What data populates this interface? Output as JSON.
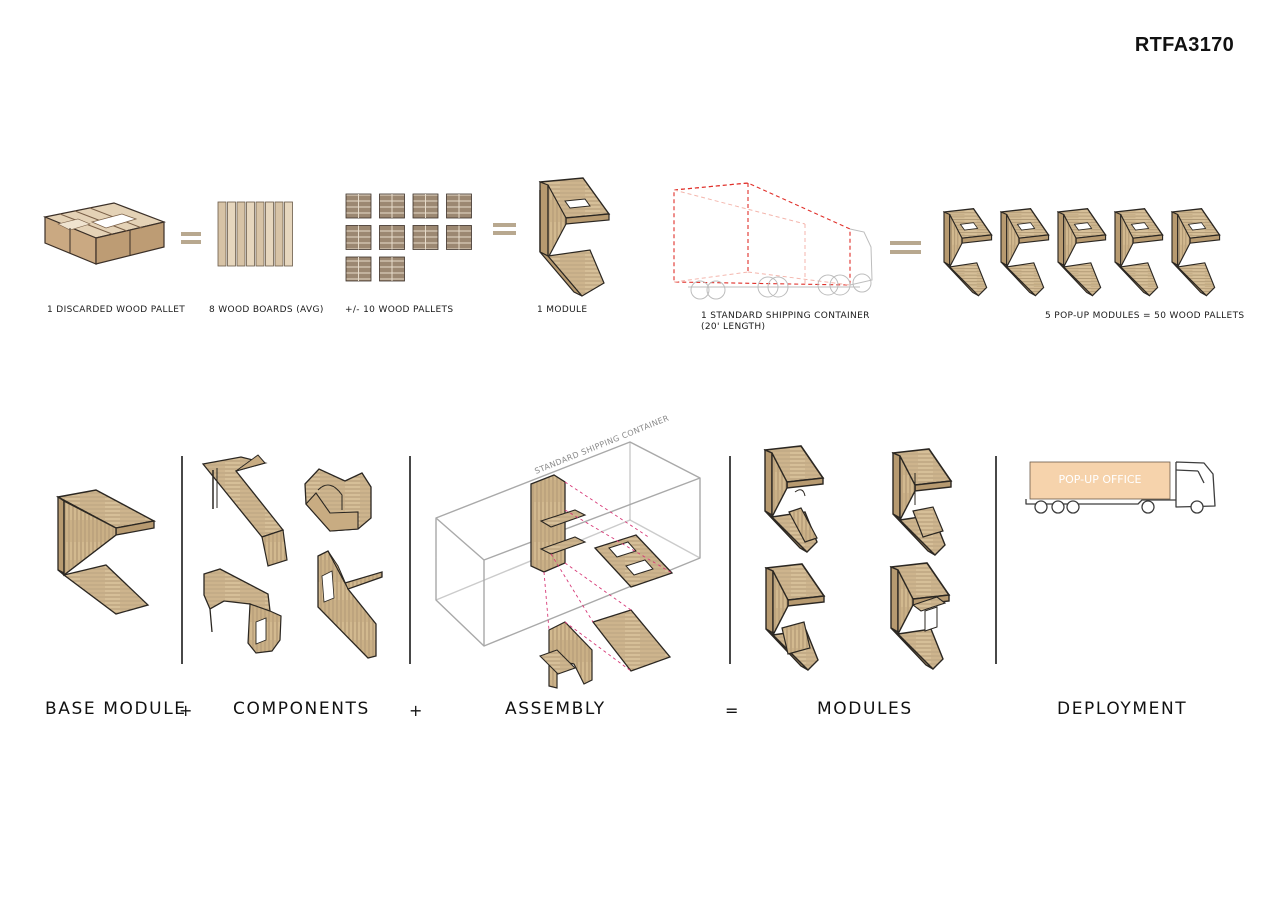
{
  "header": {
    "code": "RTFA3170"
  },
  "top_row": {
    "captions": [
      "1 DISCARDED WOOD PALLET",
      "8 WOOD BOARDS (AVG)",
      "+/- 10 WOOD PALLETS",
      "1 MODULE",
      "1 STANDARD SHIPPING CONTAINER",
      "(20' LENGTH)",
      "5 POP-UP MODULES = 50 WOOD PALLETS"
    ],
    "board_count": 8,
    "pallet_count": 10,
    "module_count": 5
  },
  "bottom_row": {
    "labels": [
      "BASE MODULE",
      "COMPONENTS",
      "ASSEMBLY",
      "MODULES",
      "DEPLOYMENT"
    ],
    "operators": [
      "+",
      "+",
      "="
    ],
    "container_label": "STANDARD SHIPPING CONTAINER",
    "office_label": "POP-UP OFFICE"
  },
  "colors": {
    "wood_light": "#d9c39d",
    "wood_side": "#c2a77c",
    "dash_red": "#e0302a",
    "dash_pink": "#d73a78",
    "office_orange": "#f6d3ac"
  }
}
